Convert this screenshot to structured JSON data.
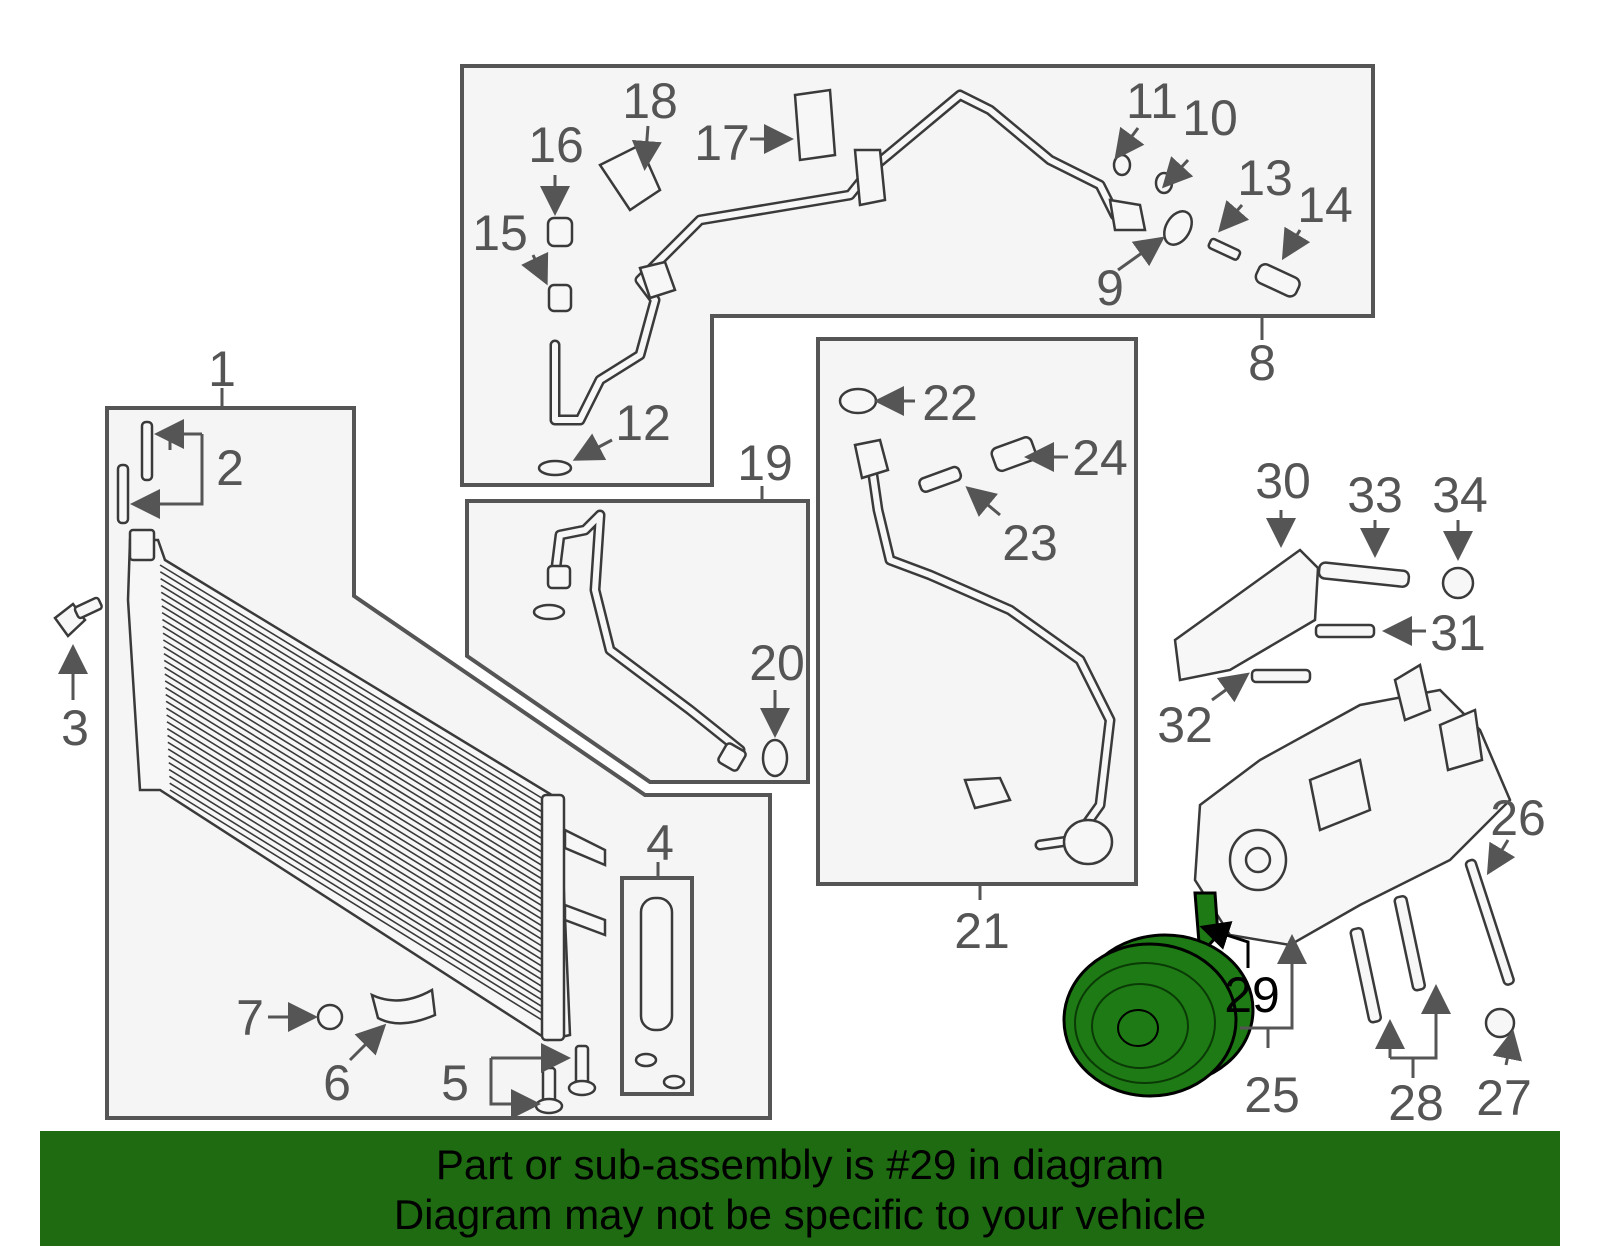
{
  "diagram": {
    "callouts": [
      "1",
      "2",
      "3",
      "4",
      "5",
      "6",
      "7",
      "8",
      "9",
      "10",
      "11",
      "12",
      "13",
      "14",
      "15",
      "16",
      "17",
      "18",
      "19",
      "20",
      "21",
      "22",
      "23",
      "24",
      "25",
      "26",
      "27",
      "28",
      "29",
      "30",
      "31",
      "32",
      "33",
      "34"
    ],
    "highlighted_part": "29",
    "highlight_color": "#1e7a14",
    "line_color": "#555555",
    "box_fill": "#f5f5f5"
  },
  "banner": {
    "line1": "Part or sub-assembly is #29 in diagram",
    "line2": "Diagram may not be specific to your vehicle",
    "background": "#1e6b12"
  }
}
